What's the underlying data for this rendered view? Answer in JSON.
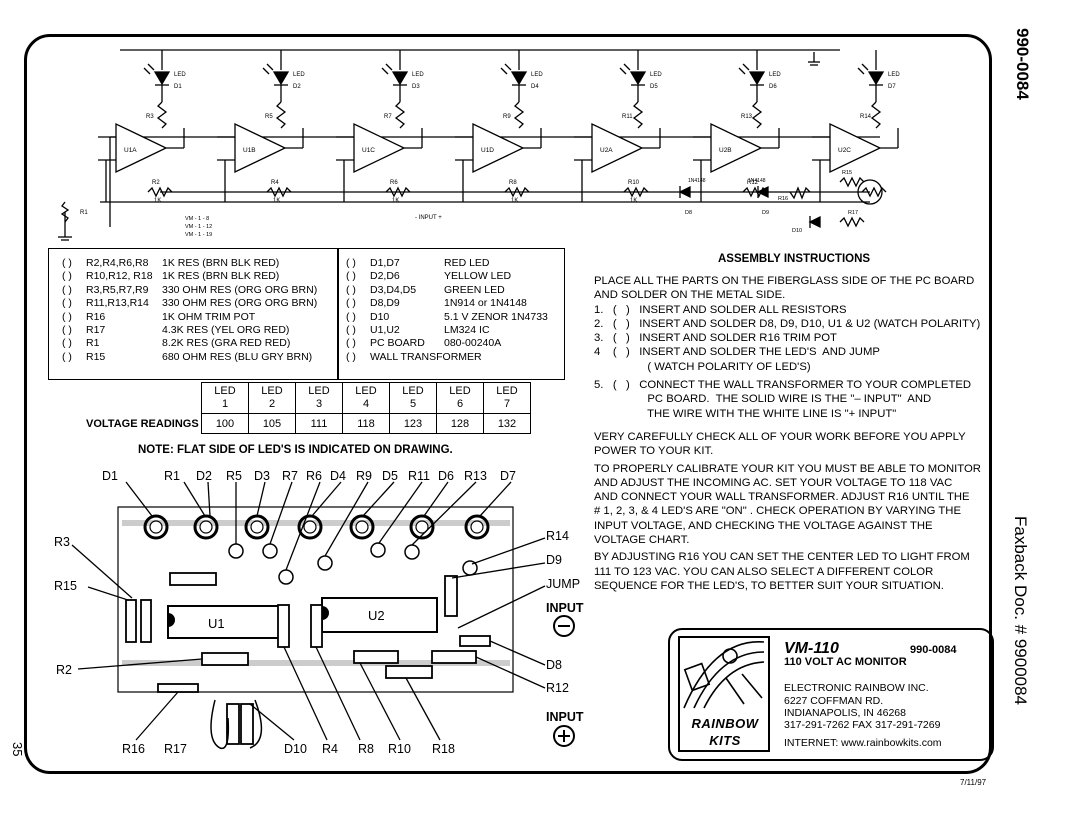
{
  "side": {
    "doc_number": "990-0084",
    "faxback": "Faxback Doc. # 9900084",
    "page_number": "35",
    "date": "7/11/97"
  },
  "schematic": {
    "leds": [
      {
        "ref": "LED",
        "num": "D1"
      },
      {
        "ref": "LED",
        "num": "D2"
      },
      {
        "ref": "LED",
        "num": "D3"
      },
      {
        "ref": "LED",
        "num": "D4"
      },
      {
        "ref": "LED",
        "num": "D5"
      },
      {
        "ref": "LED",
        "num": "D6"
      },
      {
        "ref": "LED",
        "num": "D7"
      }
    ],
    "opamps": [
      "U1A",
      "U1B",
      "U1C",
      "U1D",
      "U2A",
      "U2B",
      "U2C"
    ],
    "resistors_top": [
      "R3",
      "R5",
      "R7",
      "R9",
      "R11",
      "R13",
      "R14"
    ],
    "resistors_bottom": [
      "R2",
      "R4",
      "R6",
      "R8",
      "R10",
      "R12"
    ],
    "resistor_values": [
      "1K",
      "1K",
      "1K",
      "1K",
      "1K"
    ],
    "misc": {
      "r1": "R1",
      "supply_notes": [
        "VM - 1 - 8",
        "VM - 1 - 12",
        "VM - 1 - 19"
      ],
      "input_label": "- INPUT +",
      "d8": "1N4148",
      "d9": "1N4148",
      "d8_ref": "D8",
      "d9_ref": "D9",
      "r16": "R16",
      "r15": "R15",
      "r17": "R17",
      "d10": "D10"
    }
  },
  "parts_left": [
    {
      "check": "(   )",
      "ref": "R2,R4,R6,R8",
      "desc": "1K RES (BRN BLK RED)"
    },
    {
      "check": "(   )",
      "ref": "R10,R12, R18",
      "desc": "1K RES (BRN BLK RED)"
    },
    {
      "check": "(   )",
      "ref": "R3,R5,R7,R9",
      "desc": "330 OHM RES (ORG ORG BRN)"
    },
    {
      "check": "(   )",
      "ref": "R11,R13,R14",
      "desc": "330 OHM RES (ORG ORG BRN)"
    },
    {
      "check": "(   )",
      "ref": "R16",
      "desc": "1K OHM TRIM POT"
    },
    {
      "check": "(   )",
      "ref": "R17",
      "desc": "4.3K RES (YEL ORG RED)"
    },
    {
      "check": "(   )",
      "ref": "R1",
      "desc": "8.2K RES (GRA RED RED)"
    },
    {
      "check": "(   )",
      "ref": "R15",
      "desc": "680 OHM RES (BLU GRY BRN)"
    }
  ],
  "parts_right": [
    {
      "check": "(   )",
      "ref": "D1,D7",
      "desc": "RED LED"
    },
    {
      "check": "(   )",
      "ref": "D2,D6",
      "desc": "YELLOW LED"
    },
    {
      "check": "(   )",
      "ref": "D3,D4,D5",
      "desc": "GREEN LED"
    },
    {
      "check": "(   )",
      "ref": "D8,D9",
      "desc": "1N914 or 1N4148"
    },
    {
      "check": "(   )",
      "ref": "D10",
      "desc": "5.1 V ZENOR 1N4733"
    },
    {
      "check": "(   )",
      "ref": "U1,U2",
      "desc": "LM324 IC"
    },
    {
      "check": "(   )",
      "ref": "PC BOARD",
      "desc": "080-00240A"
    },
    {
      "check": "(   )",
      "ref": "WALL TRANSFORMER",
      "desc": ""
    }
  ],
  "voltage_table": {
    "label": "VOLTAGE READINGS",
    "headers": [
      {
        "top": "LED",
        "bottom": "1"
      },
      {
        "top": "LED",
        "bottom": "2"
      },
      {
        "top": "LED",
        "bottom": "3"
      },
      {
        "top": "LED",
        "bottom": "4"
      },
      {
        "top": "LED",
        "bottom": "5"
      },
      {
        "top": "LED",
        "bottom": "6"
      },
      {
        "top": "LED",
        "bottom": "7"
      }
    ],
    "values": [
      "100",
      "105",
      "111",
      "118",
      "123",
      "128",
      "132"
    ]
  },
  "note": "NOTE: FLAT SIDE OF LED'S IS INDICATED ON DRAWING.",
  "pcb_labels": {
    "D1": "D1",
    "R1": "R1",
    "D2": "D2",
    "R5": "R5",
    "D3": "D3",
    "R7": "R7",
    "R6": "R6",
    "D4": "D4",
    "R9": "R9",
    "D5": "D5",
    "R11": "R11",
    "D6": "D6",
    "R13": "R13",
    "D7": "D7",
    "R3": "R3",
    "R15": "R15",
    "R2": "R2",
    "R14": "R14",
    "D9": "D9",
    "JUMP": "JUMP",
    "INPUT_MINUS": "INPUT",
    "D8": "D8",
    "R12": "R12",
    "INPUT_PLUS": "INPUT",
    "R16": "R16",
    "R17": "R17",
    "D10": "D10",
    "R4": "R4",
    "R8": "R8",
    "R10": "R10",
    "R18": "R18",
    "U1": "U1",
    "U2": "U2"
  },
  "instructions": {
    "title": "ASSEMBLY INSTRUCTIONS",
    "lines": [
      "PLACE ALL THE PARTS ON THE FIBERGLASS SIDE OF THE PC BOARD",
      "AND SOLDER ON THE METAL SIDE.",
      "1.   (   )   INSERT AND SOLDER ALL RESISTORS",
      "2.   (   )   INSERT AND SOLDER D8, D9, D10, U1 & U2 (WATCH POLARITY)",
      "3.   (   )   INSERT AND SOLDER R16 TRIM POT",
      "4    (   )   INSERT AND SOLDER THE LED'S  AND JUMP",
      "                 ( WATCH POLARITY OF LED'S)",
      "5.   (   )   CONNECT THE WALL TRANSFORMER TO YOUR COMPLETED",
      "                 PC BOARD.  THE SOLID WIRE IS THE \"– INPUT\"  AND",
      "                 THE WIRE WITH THE WHITE LINE IS \"+ INPUT\"",
      "VERY CAREFULLY CHECK ALL OF YOUR WORK BEFORE YOU APPLY",
      "POWER TO YOUR KIT.",
      "TO PROPERLY CALIBRATE YOUR KIT YOU MUST BE ABLE TO MONITOR",
      "AND ADJUST THE INCOMING AC.  SET YOUR VOLTAGE TO 118 VAC",
      "AND CONNECT YOUR WALL TRANSFORMER.  ADJUST R16 UNTIL THE",
      "# 1, 2, 3, & 4 LED'S ARE \"ON\" .  CHECK OPERATION BY VARYING THE",
      "INPUT VOLTAGE, AND CHECKING THE VOLTAGE AGAINST THE",
      "VOLTAGE CHART.",
      "BY ADJUSTING R16 YOU CAN SET THE  CENTER LED TO LIGHT FROM",
      "111 TO 123 VAC.  YOU CAN ALSO SELECT A DIFFERENT COLOR",
      "SEQUENCE FOR THE LED'S, TO BETTER SUIT YOUR SITUATION."
    ]
  },
  "kit_box": {
    "product_name": "VM-110",
    "product_number": "990-0084",
    "product_desc": "110 VOLT AC MONITOR",
    "company": "ELECTRONIC RAINBOW INC.",
    "address1": "6227 COFFMAN RD.",
    "address2": "INDIANAPOLIS, IN 46268",
    "phone": "317-291-7262  FAX 317-291-7269",
    "internet": "INTERNET: www.rainbowkits.com",
    "logo_line1": "RAINBOW",
    "logo_line2": "KITS"
  }
}
